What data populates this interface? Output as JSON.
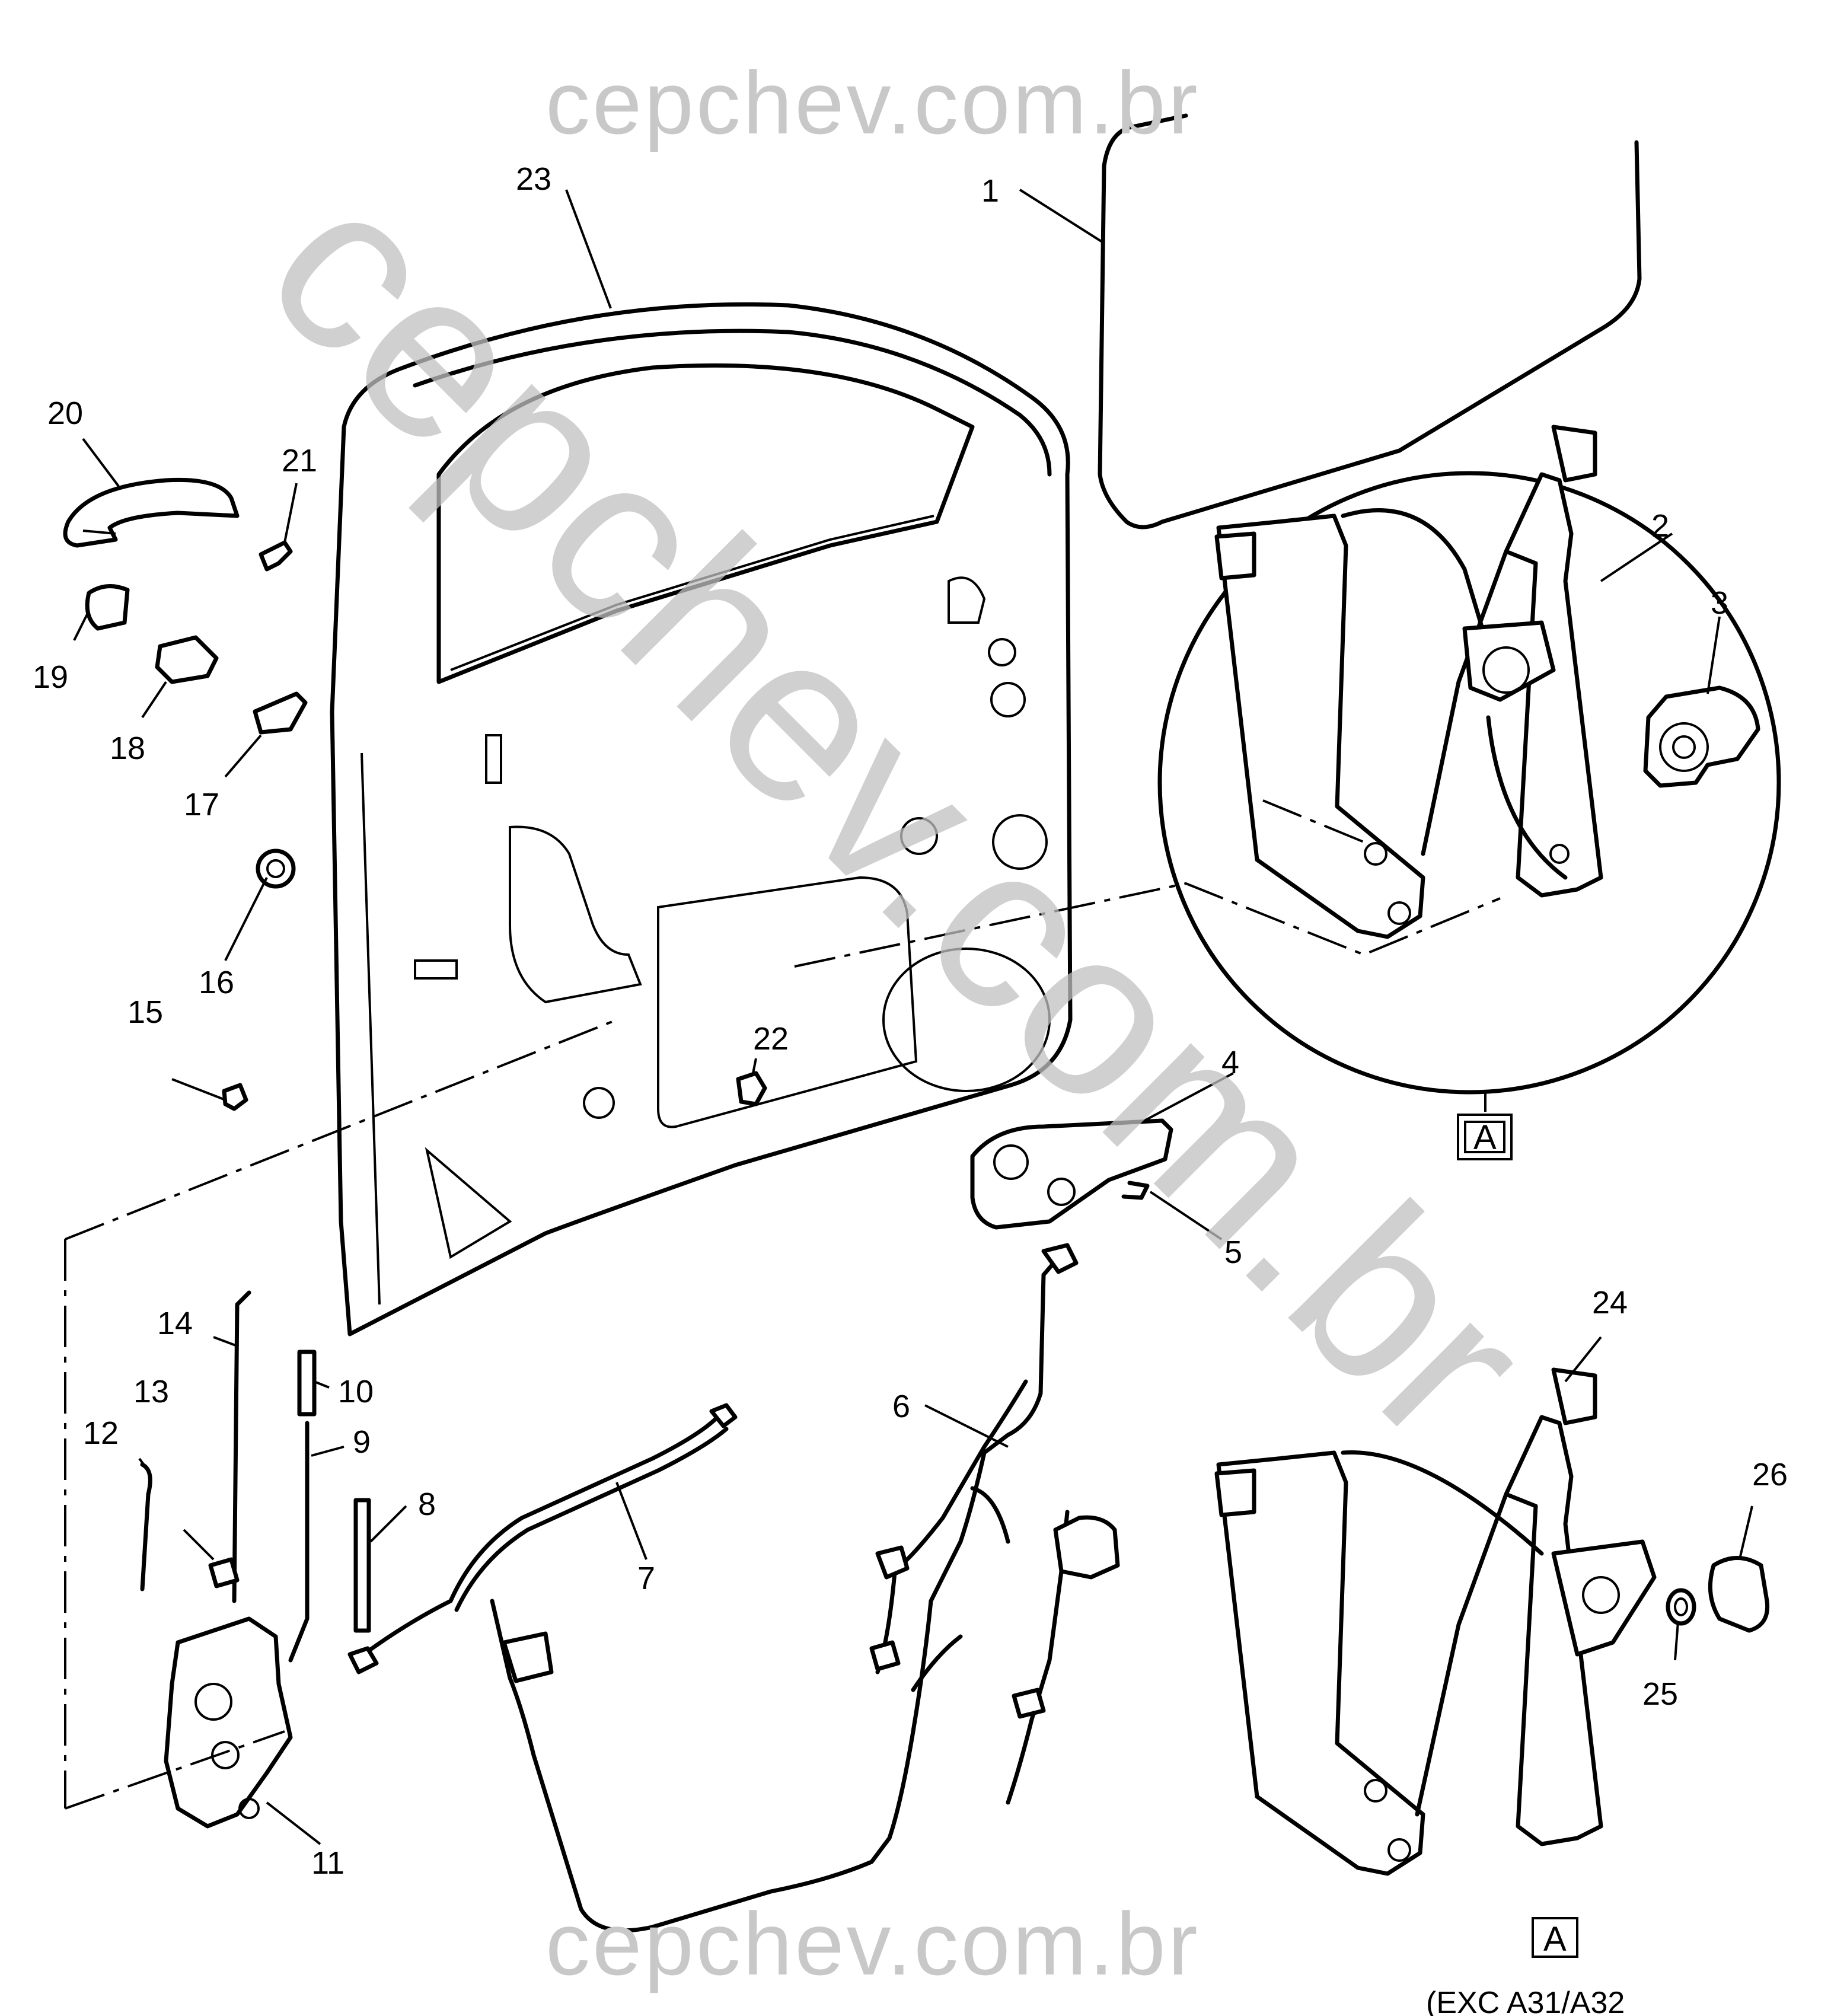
{
  "watermark": {
    "top": "cepchev.com.br",
    "bottom": "cepchev.com.br",
    "diagonal": "cepchev.com.br",
    "color": "#c8c8c8"
  },
  "callouts": {
    "c1": "1",
    "c2": "2",
    "c3": "3",
    "c4": "4",
    "c5": "5",
    "c6": "6",
    "c7": "7",
    "c8": "8",
    "c9": "9",
    "c10": "10",
    "c11": "11",
    "c12": "12",
    "c13": "13",
    "c14": "14",
    "c15": "15",
    "c16": "16",
    "c17": "17",
    "c18": "18",
    "c19": "19",
    "c20": "20",
    "c21": "21",
    "c22": "22",
    "c23": "23",
    "c24": "24",
    "c25": "25",
    "c26": "26"
  },
  "detail_ref": {
    "upper": "A",
    "lower": "A"
  },
  "variant_note": "(EXC A31/A32"
}
